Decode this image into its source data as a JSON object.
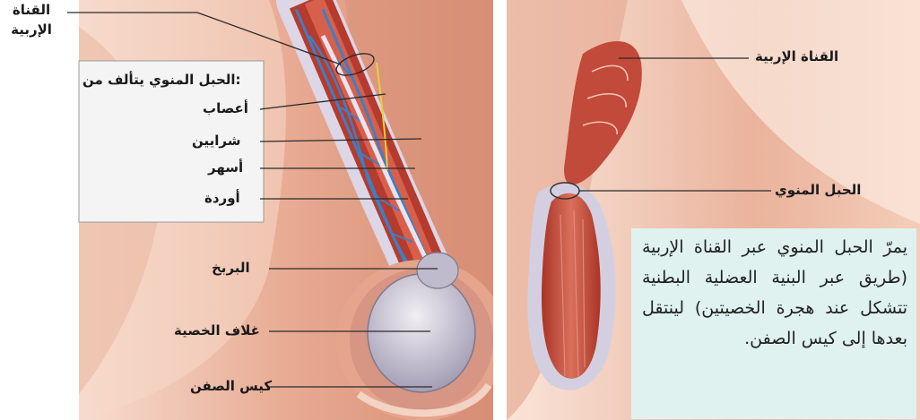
{
  "left_panel": {
    "canal_label": "القناة\nالإربية",
    "box_title": "الحبل المنوي يتألف من:",
    "components": [
      "أعصاب",
      "شرايين",
      "أسهر",
      "أوردة"
    ],
    "labels": {
      "epididymis": "البربخ",
      "tunica": "غلاف الخصية",
      "scrotum": "كيس الصفن"
    }
  },
  "right_panel": {
    "canal_label": "القناة الإربية",
    "cord_label": "الحبل المنوي",
    "description": "يمرّ الحبل المنوي عبر القناة الإربية (طريق عبر البنية العضلية البطنية تتشكل عند هجرة الخصيتين) لينتقل بعدها إلى كيس الصفن."
  },
  "colors": {
    "skin": "#e7a98f",
    "muscle": "#c24a3b",
    "vein": "#3e7fc4",
    "text_box": "#dff2ef"
  }
}
